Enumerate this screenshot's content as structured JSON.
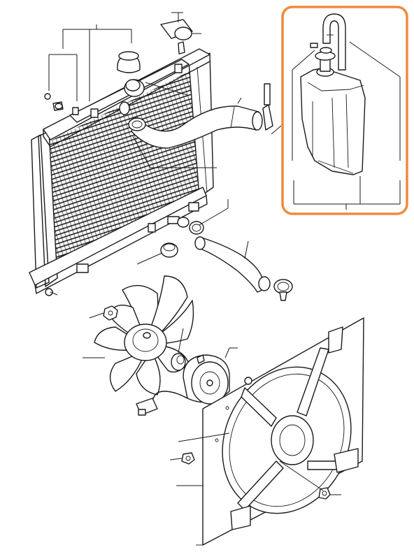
{
  "diagram": {
    "highlight_color": "#f08a3c",
    "line_color": "#1a1a1a",
    "background": "#ffffff",
    "parts": [
      "radiator-assembly",
      "radiator-cap",
      "reservoir-tank",
      "reservoir-hose",
      "upper-radiator-hose",
      "lower-radiator-hose",
      "hose-clamp",
      "fan-blade",
      "fan-motor",
      "fan-shroud",
      "mounting-cushion",
      "bolt",
      "nut",
      "motor-connector"
    ]
  }
}
